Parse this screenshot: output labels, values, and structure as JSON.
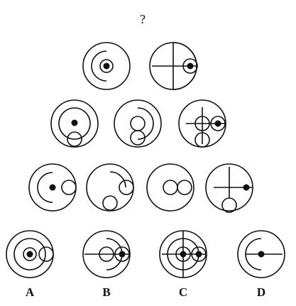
{
  "question_mark": "?",
  "rows": [
    {
      "name": "row-1",
      "figures": [
        "fig-1-1",
        "fig-1-2"
      ]
    },
    {
      "name": "row-2",
      "figures": [
        "fig-2-1",
        "fig-2-2",
        "fig-2-3"
      ]
    },
    {
      "name": "row-3",
      "figures": [
        "fig-3-1",
        "fig-3-2",
        "fig-3-3",
        "fig-3-4"
      ]
    },
    {
      "name": "options",
      "figures": [
        "option-a",
        "option-b",
        "option-c",
        "option-d"
      ]
    }
  ],
  "options": {
    "a": "A",
    "b": "B",
    "c": "C",
    "d": "D"
  }
}
